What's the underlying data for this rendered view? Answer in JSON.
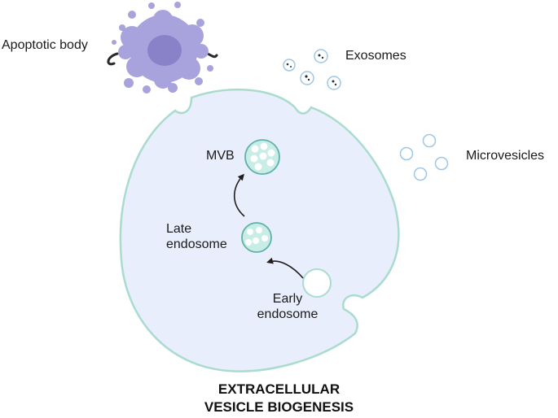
{
  "labels": {
    "apoptotic_body": "Apoptotic body",
    "exosomes": "Exosomes",
    "microvesicles": "Microvesicles",
    "mvb": "MVB",
    "late_endosome_1": "Late",
    "late_endosome_2": "endosome",
    "early_endosome_1": "Early",
    "early_endosome_2": "endosome"
  },
  "title": {
    "line1": "EXTRACELLULAR",
    "line2": "VESICLE BIOGENESIS"
  },
  "colors": {
    "cell_fill": "#e8eefb",
    "cell_stroke": "#a9dccd",
    "endosome_fill": "#c8ece6",
    "endosome_stroke": "#5fb2a7",
    "apoptotic_fill": "#a8a3dc",
    "apoptotic_dark": "#8a82c8",
    "vesicle_stroke": "#9ec6e6",
    "arrow": "#1e1e1e"
  },
  "icons": [
    "cell-membrane",
    "apoptotic-body-icon",
    "exosome-icon",
    "microvesicle-icon",
    "mvb-icon",
    "late-endosome-icon",
    "early-endosome-icon",
    "arrow-icon"
  ]
}
